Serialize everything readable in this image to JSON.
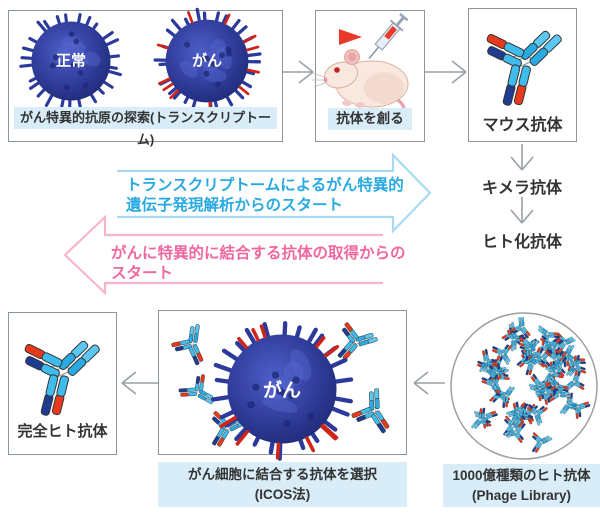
{
  "diagram_title": "antibody-discovery-flow",
  "colors": {
    "caption_bg": "#d8edf8",
    "box_border": "#8d959c",
    "arrow_gray": "#9aa0a5",
    "blue_arrow_stroke": "#a9daf4",
    "blue_arrow_text": "#29a9e2",
    "pink_arrow_stroke": "#f8b4cf",
    "pink_arrow_text": "#f1679f",
    "antibody_cyan": "#2aaae2",
    "antibody_lightcyan": "#5ac8f2",
    "antibody_navy": "#1e3d90",
    "antibody_red": "#e8391c",
    "cell_dark_blue": "#283593",
    "cell_spike_blue": "#2c3a9b",
    "cell_spike_red": "#cf2418",
    "text_dark": "#333333"
  },
  "top_row": {
    "antigen_box": {
      "normal_cell_label": "正常",
      "cancer_cell_label": "がん",
      "caption": "がん特異的抗原の探索(トランスクリプトーム)"
    },
    "mouse_box": {
      "caption": "抗体を創る"
    },
    "mouse_antibody_box": {
      "label": "マウス抗体"
    }
  },
  "right_column": {
    "chimera_label": "キメラ抗体",
    "humanized_label": "ヒト化抗体"
  },
  "flow_arrows": {
    "transcriptome": {
      "line1": "トランスクリプトームによるがん特異的",
      "line2": "遺伝子発現解析からのスタート"
    },
    "antibody_first": {
      "line1": "がんに特異的に結合する抗体の取得からの",
      "line2": "スタート"
    }
  },
  "bottom_row": {
    "human_antibody_box": {
      "label": "完全ヒト抗体"
    },
    "selection_box": {
      "cell_label": "がん",
      "caption_line1": "がん細胞に結合する抗体を選択",
      "caption_line2": "(ICOS法)"
    },
    "phage_library": {
      "caption_line1": "1000億種類のヒト抗体",
      "caption_line2": "(Phage Library)",
      "antibody_count": 48
    }
  },
  "icons": [
    "normal-cell-icon",
    "cancer-cell-icon",
    "mouse-icon",
    "syringe-icon",
    "antigen-flag-icon",
    "antibody-icon",
    "phage-library-circle-icon",
    "right-arrow-icon",
    "down-arrow-icon",
    "left-arrow-icon",
    "big-blue-right-arrow-icon",
    "big-pink-left-arrow-icon"
  ]
}
